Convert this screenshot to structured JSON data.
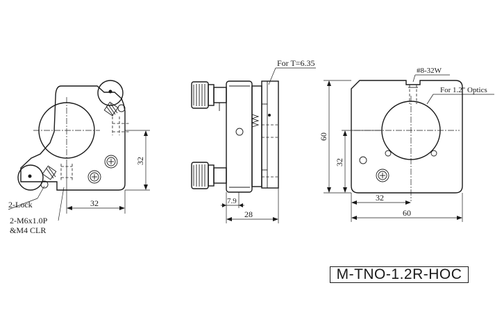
{
  "labels": {
    "for_t": "For T=6.35",
    "thread": "#8-32W",
    "optics": "For 1.2\" Optics",
    "lock": "2-Lock",
    "screw_line1": "2-M6x1.0P",
    "screw_line2": "&M4 CLR"
  },
  "dimensions": {
    "front_height": "32",
    "front_width": "32",
    "side_small": "7.9",
    "side_depth": "28",
    "back_height_total": "60",
    "back_height": "32",
    "back_width": "32",
    "back_width_total": "60"
  },
  "model": "M-TNO-1.2R-HOC"
}
